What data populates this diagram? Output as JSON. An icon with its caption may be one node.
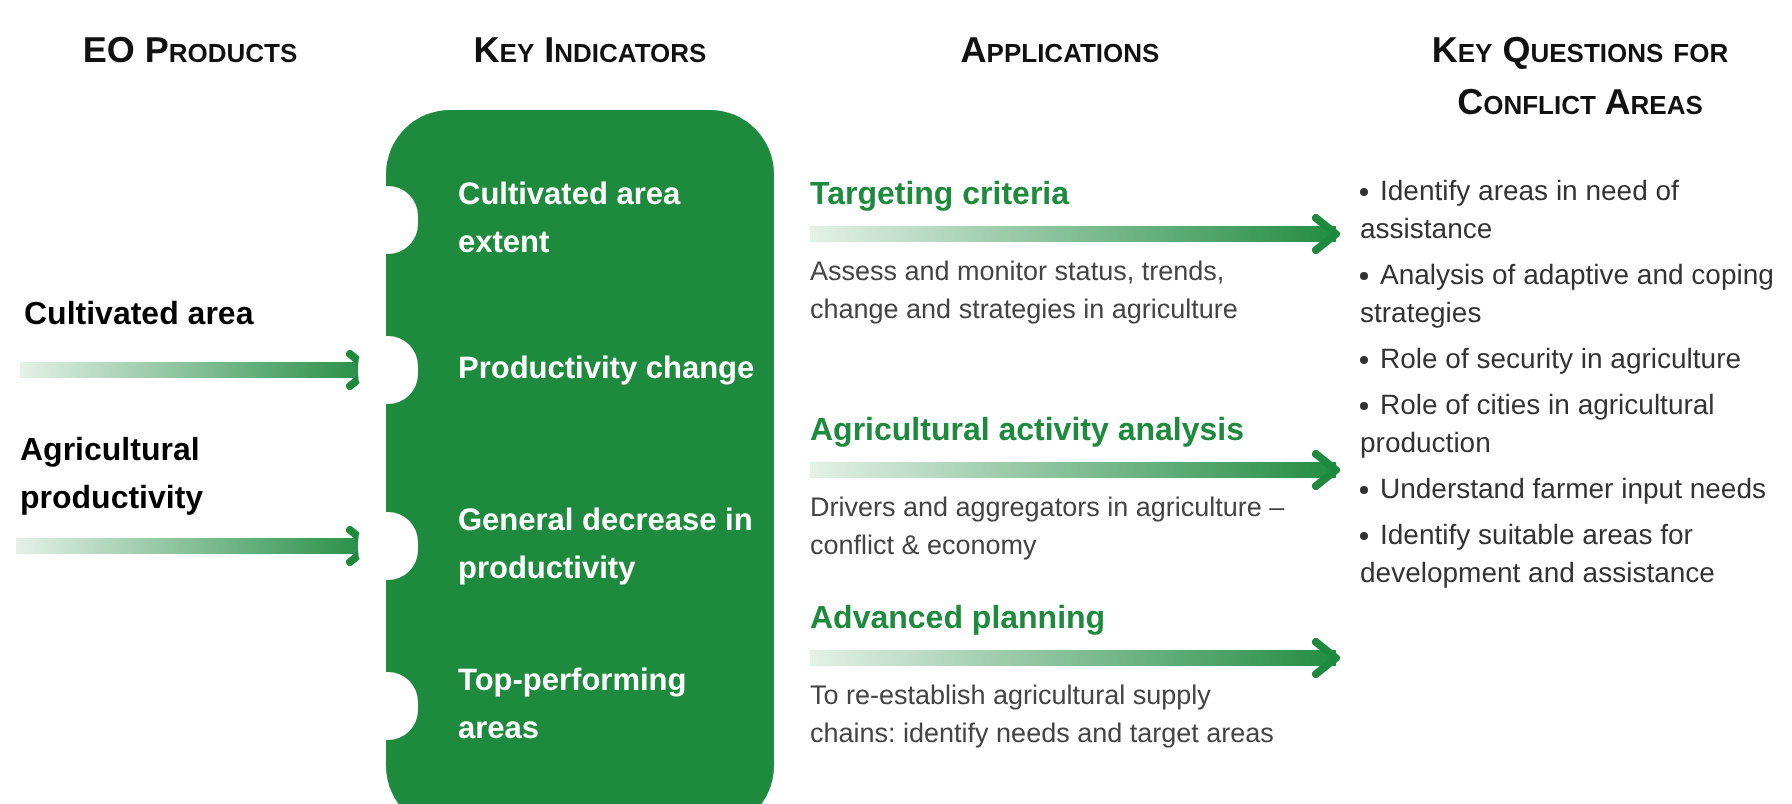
{
  "diagram": {
    "nodes": [
      {
        "text": [
          "Cultivated area"
        ]
      },
      {
        "text": [
          "Agricultural productivity"
        ]
      },
      {
        "text": [],
        "shape": "box"
      },
      {
        "text": [
          "Cultivated area extent"
        ],
        "in": 2
      },
      {
        "text": [
          "Productivity change"
        ],
        "in": 2
      },
      {
        "text": [
          "General decrease in productivity"
        ],
        "in": 2
      },
      {
        "text": [
          "Top-performing areas"
        ],
        "in": 2
      },
      {
        "text": [
          "Targeting criteria",
          "Assess and monitor status, trends, change and strategies in agriculture"
        ]
      },
      {
        "text": [
          "Agricultural activity analysis",
          "Drivers and aggregators in agriculture – conflict & economy"
        ]
      },
      {
        "text": [
          "Advanced planning",
          "To re-establish agricultural supply chains: identify needs and target areas"
        ]
      },
      {
        "text": [
          "Identify areas in need of assistance",
          "Analysis of adaptive and coping strategies",
          "Role of security in agriculture",
          "Role of cities in agricultural production",
          "Understand farmer input needs",
          "Identify suitable areas for development and assistance"
        ]
      }
    ],
    "edges": [
      {
        "from": 0,
        "to": 4,
        "arrow": "to"
      },
      {
        "from": 1,
        "to": 5,
        "arrow": "to"
      },
      {
        "from": 7,
        "to": 10,
        "arrow": "to"
      },
      {
        "from": 8,
        "to": 10,
        "arrow": "to"
      },
      {
        "from": 9,
        "to": 10,
        "arrow": "to"
      }
    ],
    "labels": [
      "EO Products",
      "Key Indicators",
      "Applications",
      "Key Questions for Conflict Areas"
    ]
  }
}
